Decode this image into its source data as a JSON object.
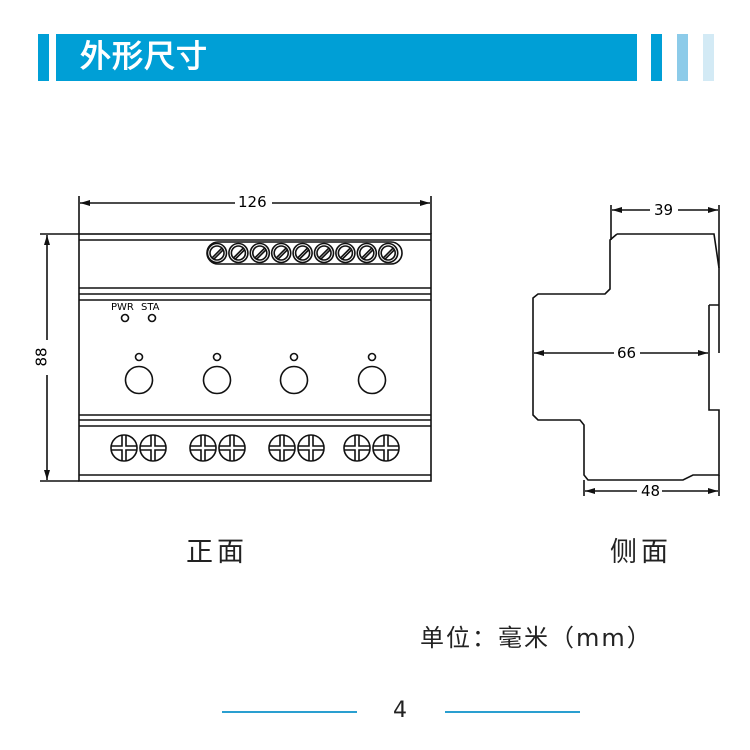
{
  "header": {
    "title": "外形尺寸",
    "accent": "#009fd6",
    "accent_light": "#8ccbe9",
    "accent_lighter": "#d3eaf5"
  },
  "front_view": {
    "label": "正面",
    "width_dim": "126",
    "height_dim": "88",
    "indicator_labels": [
      "PWR",
      "STA"
    ]
  },
  "side_view": {
    "label": "侧面",
    "dims": [
      "39",
      "66",
      "48"
    ]
  },
  "unit_note": "单位：毫米（mm）",
  "page_number": "4"
}
